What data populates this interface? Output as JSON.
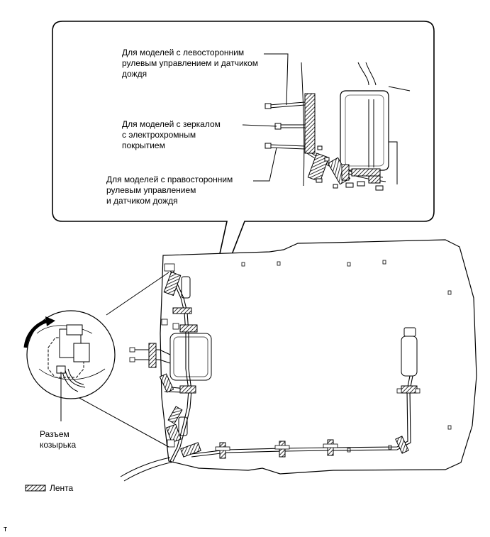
{
  "callouts": {
    "lhd_rain_sensor": "Для моделей с левосторонним\nрулевым управлением и датчиком\nдождя",
    "electrochromic_mirror": "Для моделей с зеркалом\nс электрохромным\nпокрытием",
    "rhd_rain_sensor": "Для моделей с правосторонним\nрулевым управлением\nи датчиком дождя",
    "visor_connector": "Разъем\nкозырька"
  },
  "legend": {
    "tape_label": "Лента"
  },
  "footer": {
    "mark": "т"
  }
}
